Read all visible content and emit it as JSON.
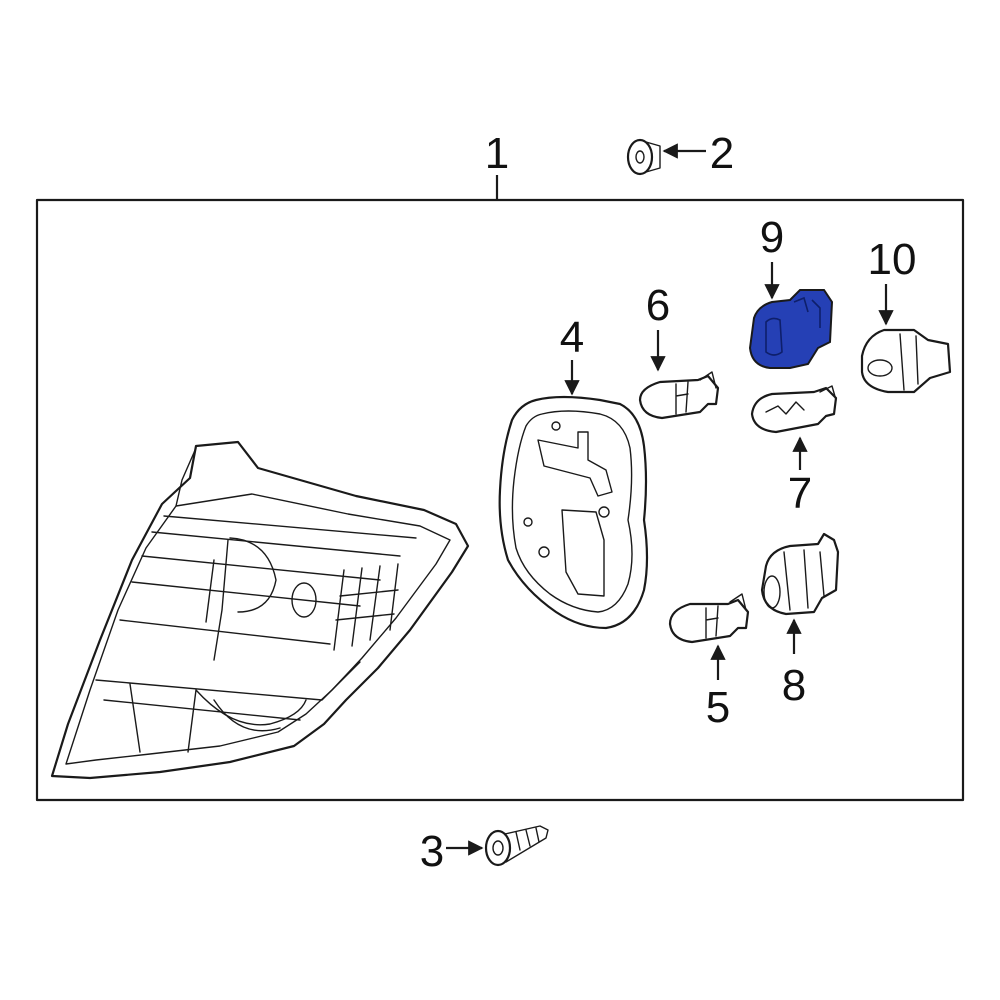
{
  "diagram": {
    "highlight_color": "#2540b5",
    "outline_color": "#1a1a1a",
    "callouts": {
      "c1": "1",
      "c2": "2",
      "c3": "3",
      "c4": "4",
      "c5": "5",
      "c6": "6",
      "c7": "7",
      "c8": "8",
      "c9": "9",
      "c10": "10"
    },
    "highlighted_part": "9"
  }
}
